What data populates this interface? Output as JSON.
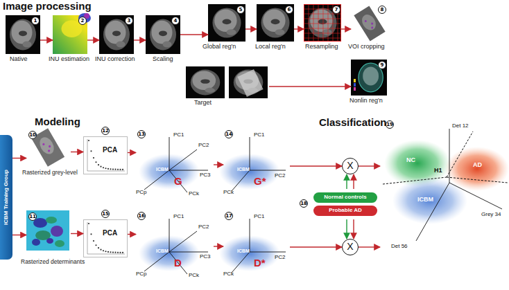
{
  "diagram": {
    "nodes": [
      {
        "text": [
          "1",
          "Native"
        ]
      },
      {
        "text": [
          "2",
          "INU estimation"
        ]
      },
      {
        "text": [
          "3",
          "INU correction"
        ]
      },
      {
        "text": [
          "4",
          "Scaling"
        ]
      },
      {
        "text": [
          "5",
          "Global reg'n"
        ]
      },
      {
        "text": [
          "6",
          "Local reg'n"
        ]
      },
      {
        "text": [
          "7",
          "Resampling"
        ]
      },
      {
        "text": [
          "8",
          "VOI cropping"
        ]
      },
      {
        "text": [
          "9",
          "Nonlin reg'n"
        ]
      },
      {
        "text": [
          "Target"
        ]
      },
      {
        "text": [
          "ICBM Training Group"
        ]
      },
      {
        "text": [
          "10",
          "Rasterized grey-level"
        ]
      },
      {
        "text": [
          "12",
          "PCA"
        ]
      },
      {
        "text": [
          "13",
          "PC1",
          "PC2",
          "PC3",
          "PCp",
          "PCk",
          "ICBM",
          "G"
        ]
      },
      {
        "text": [
          "14",
          "PC1",
          "PC2",
          "PCk",
          "ICBM",
          "G*"
        ]
      },
      {
        "text": [
          "X"
        ]
      },
      {
        "text": [
          "11",
          "Rasterized determinants"
        ]
      },
      {
        "text": [
          "15",
          "PCA"
        ]
      },
      {
        "text": [
          "16",
          "PC1",
          "PC2",
          "PC3",
          "PCp",
          "PCk",
          "ICBM",
          "D"
        ]
      },
      {
        "text": [
          "17",
          "PC1",
          "PC2",
          "PCk",
          "ICBM",
          "D*"
        ]
      },
      {
        "text": [
          "X"
        ]
      },
      {
        "text": [
          "18"
        ]
      },
      {
        "text": [
          "Normal controls"
        ],
        "in": 21
      },
      {
        "text": [
          "Probable AD"
        ],
        "in": 21
      },
      {
        "text": [
          "19",
          "NC",
          "AD",
          "ICBM",
          "H1",
          "Det 12",
          "Grey 34",
          "Det 56"
        ]
      }
    ],
    "edges": [
      {
        "from": 0,
        "to": 1,
        "arrow": "to"
      },
      {
        "from": 1,
        "to": 2,
        "arrow": "to"
      },
      {
        "from": 2,
        "to": 3,
        "arrow": "to"
      },
      {
        "from": 3,
        "to": 4,
        "arrow": "to"
      },
      {
        "from": 4,
        "to": 5,
        "arrow": "to"
      },
      {
        "from": 5,
        "to": 6,
        "arrow": "to"
      },
      {
        "from": 6,
        "to": 7,
        "arrow": "to"
      },
      {
        "from": 9,
        "to": 8,
        "arrow": "to"
      },
      {
        "from": 10,
        "to": 11,
        "arrow": "to"
      },
      {
        "from": 11,
        "to": 12,
        "arrow": "to"
      },
      {
        "from": 12,
        "to": 13,
        "arrow": "to"
      },
      {
        "from": 13,
        "to": 14,
        "arrow": "to"
      },
      {
        "from": 14,
        "to": 15,
        "arrow": "to"
      },
      {
        "from": 10,
        "to": 16,
        "arrow": "to"
      },
      {
        "from": 16,
        "to": 17,
        "arrow": "to"
      },
      {
        "from": 17,
        "to": 18,
        "arrow": "to"
      },
      {
        "from": 18,
        "to": 19,
        "arrow": "to"
      },
      {
        "from": 19,
        "to": 20,
        "arrow": "to"
      },
      {
        "from": 15,
        "to": 24,
        "arrow": "to"
      },
      {
        "from": 20,
        "to": 24,
        "arrow": "to"
      },
      {
        "from": 21,
        "to": 15,
        "arrow": "to"
      },
      {
        "from": 21,
        "to": 20,
        "arrow": "to"
      }
    ],
    "labels": [
      "Image processing",
      "Modeling",
      "Classification"
    ]
  }
}
